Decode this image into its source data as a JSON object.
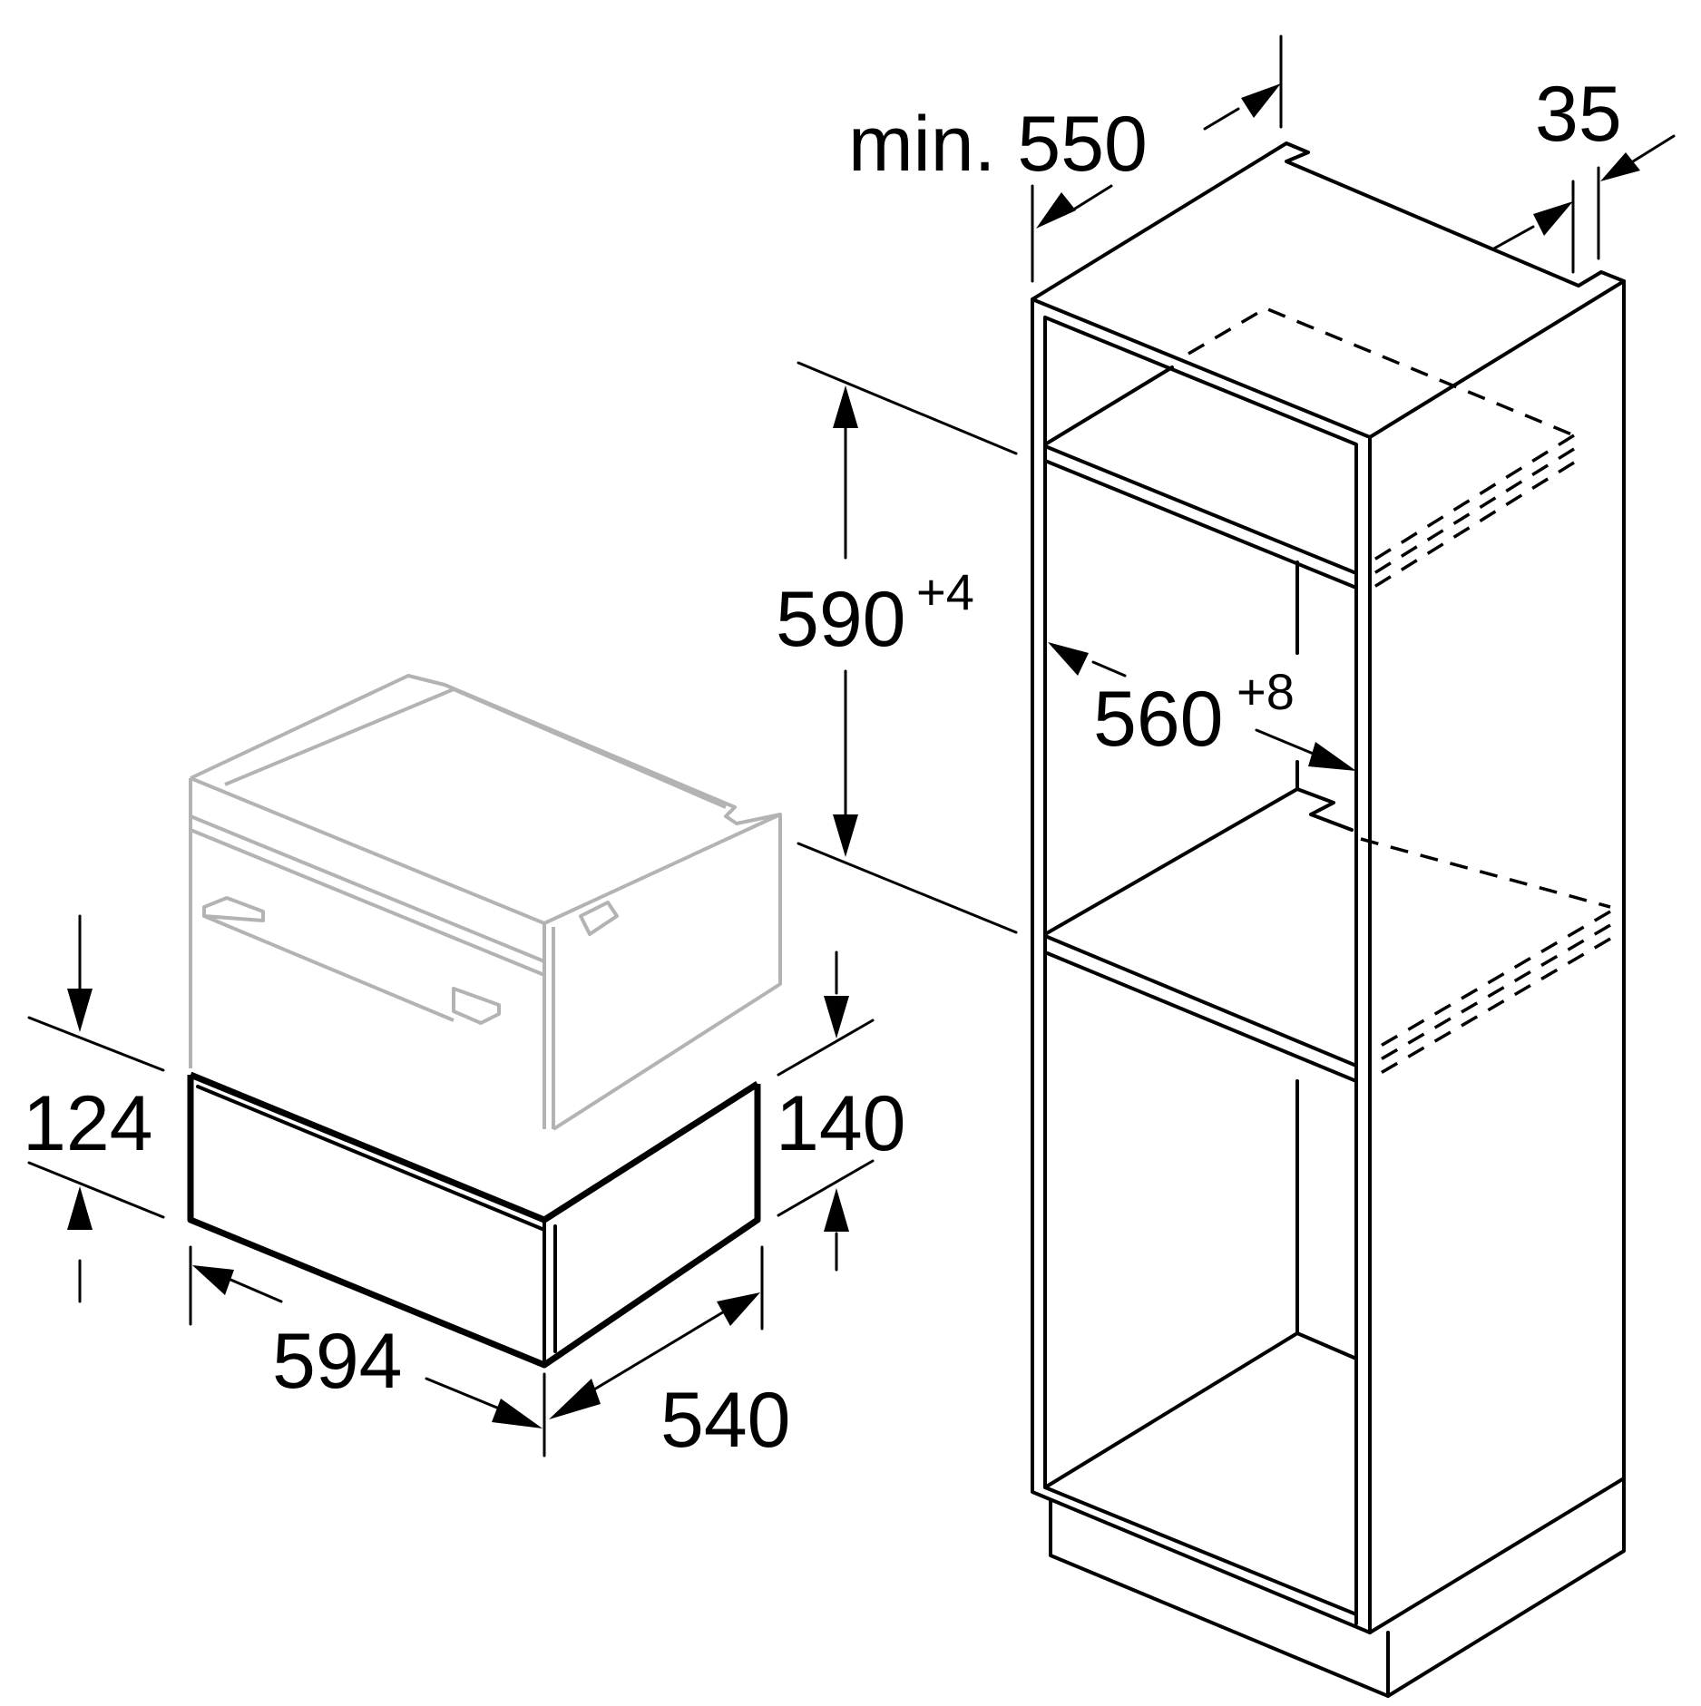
{
  "dimensions": {
    "depth_min": {
      "value": "min. 550"
    },
    "back_gap": {
      "value": "35"
    },
    "niche_height": {
      "value": "590",
      "tolerance": "+4"
    },
    "niche_width": {
      "value": "560",
      "tolerance": "+8"
    },
    "drawer_front_height": {
      "value": "124"
    },
    "drawer_body_height": {
      "value": "140"
    },
    "drawer_width": {
      "value": "594"
    },
    "drawer_depth": {
      "value": "540"
    }
  },
  "colors": {
    "line": "#000000",
    "appliance_outline": "#b3b3b3",
    "background": "#ffffff"
  }
}
